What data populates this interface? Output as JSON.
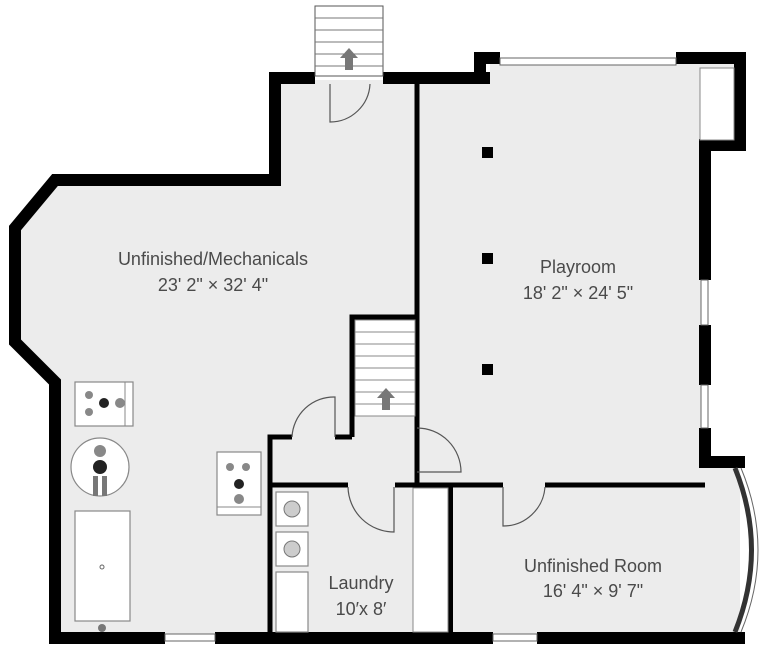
{
  "rooms": [
    {
      "name": "Unfinished/Mechanicals",
      "dimensions": "23' 2\" × 32' 4\""
    },
    {
      "name": "Playroom",
      "dimensions": "18' 2\" × 24' 5\""
    },
    {
      "name": "Laundry",
      "dimensions": "10′x 8′"
    },
    {
      "name": "Unfinished Room",
      "dimensions": "16' 4\" × 9' 7\""
    }
  ],
  "colors": {
    "floor": "#ececec",
    "wall": "#000000",
    "text": "#4a4a4a"
  }
}
